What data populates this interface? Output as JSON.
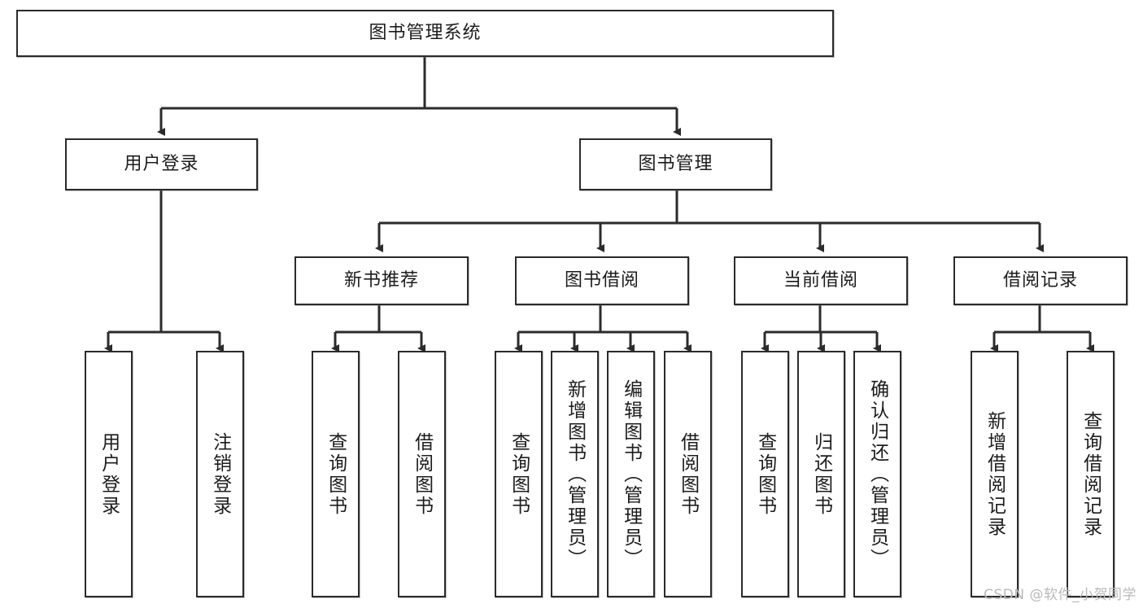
{
  "diagram": {
    "title_node": {
      "label": "图书管理系统"
    },
    "level2": [
      {
        "label": "用户登录"
      },
      {
        "label": "图书管理"
      }
    ],
    "level3": [
      {
        "label": "新书推荐"
      },
      {
        "label": "图书借阅"
      },
      {
        "label": "当前借阅"
      },
      {
        "label": "借阅记录"
      }
    ],
    "leaves": {
      "user_login": [
        {
          "label": "用户登录"
        },
        {
          "label": "注销登录"
        }
      ],
      "new_book_recommend": [
        {
          "label": "查询图书"
        },
        {
          "label": "借阅图书"
        }
      ],
      "book_borrow": [
        {
          "label": "查询图书"
        },
        {
          "label": "新增图书（管理员）"
        },
        {
          "label": "编辑图书（管理员）"
        },
        {
          "label": "借阅图书"
        }
      ],
      "current_borrow": [
        {
          "label": "查询图书"
        },
        {
          "label": "归还图书"
        },
        {
          "label": "确认归还（管理员）"
        }
      ],
      "borrow_records": [
        {
          "label": "新增借阅记录"
        },
        {
          "label": "查询借阅记录"
        }
      ]
    }
  },
  "watermark": {
    "text": "CSDN @软件_小贺同学"
  },
  "colors": {
    "stroke": "#2b2b2b",
    "fill": "#ffffff",
    "text": "#1c1c1c",
    "watermark": "#b9b9b9"
  }
}
